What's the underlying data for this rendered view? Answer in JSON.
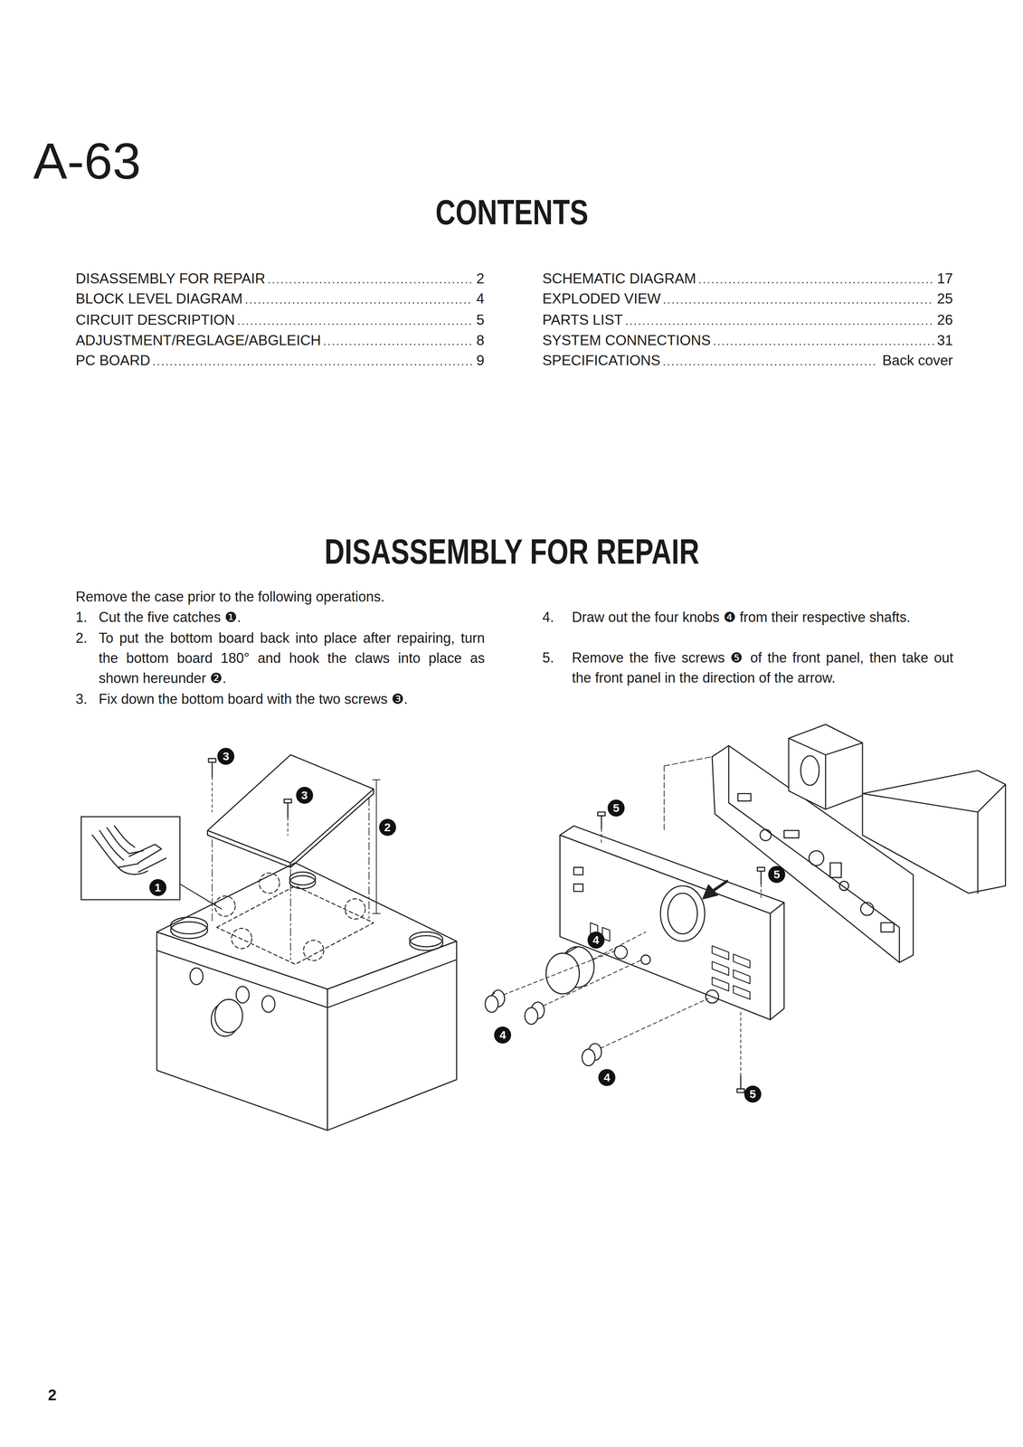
{
  "diagram": {
    "title": "A-63",
    "labels": [
      "CONTENTS",
      "DISASSEMBLY FOR REPAIR",
      "2",
      "BLOCK LEVEL DIAGRAM",
      "4",
      "CIRCUIT DESCRIPTION",
      "5",
      "ADJUSTMENT/REGLAGE/ABGLEICH",
      "8",
      "PC BOARD",
      "9",
      "SCHEMATIC DIAGRAM",
      "17",
      "EXPLODED VIEW",
      "25",
      "PARTS LIST",
      "26",
      "SYSTEM CONNECTIONS",
      "31",
      "SPECIFICATIONS",
      "Back cover",
      "DISASSEMBLY FOR REPAIR",
      "Remove the case prior to the following operations.",
      "1.",
      "Cut the five catches ❶.",
      "2.",
      "To put the bottom board back into place after repairing, turn the bottom board 180° and hook the claws into place as shown hereunder ❷.",
      "3.",
      "Fix down the bottom board with the two screws ❸.",
      "4.",
      "Draw out the four knobs ❹ from their respective shafts.",
      "5.",
      "Remove the five screws ❺ of the front panel, then take out the front panel in the direction of the arrow.",
      "3",
      "3",
      "2",
      "1",
      "5",
      "4",
      "5",
      "4",
      "4",
      "5",
      "2"
    ]
  }
}
